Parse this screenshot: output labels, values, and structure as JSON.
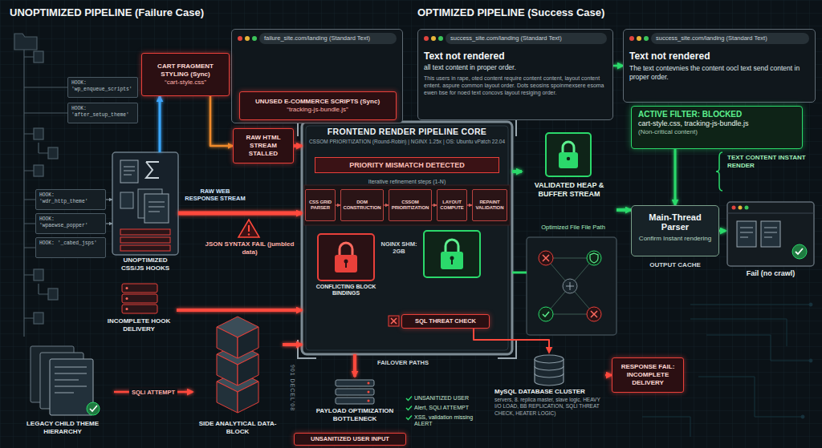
{
  "diagram": {
    "nodes": [
      {
        "text": [
          "failure_site.com/landing (Standard Text)"
        ]
      },
      {
        "text": [
          "CART FRAGMENT STYLING (Sync)",
          "“cart-style.css”"
        ]
      },
      {
        "text": [
          "UNUSED E-COMMERCE SCRIPTS (Sync)",
          "“tracking-js-bundle.js”"
        ],
        "in": 0
      },
      {
        "text": [
          "RAW HTML STREAM STALLED"
        ]
      },
      {
        "text": [
          "FRONTEND RENDER PIPELINE CORE",
          "CSSOM PRIORITIZATION (Round-Robin) | NGINX 1.25x | OS: Ubuntu vPatch 22.04"
        ]
      },
      {
        "text": [
          "PRIORITY MISMATCH DETECTED"
        ],
        "in": 4
      },
      {
        "text": [
          "CSS GRID PARSER"
        ],
        "in": 4
      },
      {
        "text": [
          "DOM CONSTRUCTION"
        ],
        "in": 4
      },
      {
        "text": [
          "CSSOM PRIORITIZATION"
        ],
        "in": 4
      },
      {
        "text": [
          "LAYOUT COMPUTE"
        ],
        "in": 4
      },
      {
        "text": [
          "REPAINT VALIDATION"
        ],
        "in": 4
      },
      {
        "text": [
          "CONFLICTING BLOCK BINDINGS"
        ],
        "in": 4
      },
      {
        "text": [
          "SQL THREAT CHECK"
        ],
        "in": 4
      },
      {
        "text": [
          "success_site.com/landing (Standard Text)",
          "Text not rendered",
          "all text content in proper order.",
          "This users in rape, oted content require content content, layout content entent. aspure common layout order. Dots seosins spoinmexsere esoma ewen bse for noed text concovs layout resiging order."
        ]
      },
      {
        "text": [
          "VALIDATED HEAP & BUFFER STREAM"
        ]
      },
      {
        "text": [
          "success_site.com/landing (Standard Text)",
          "Text not rendered",
          "The text contevnies the content oocl text send content in proper order."
        ]
      },
      {
        "text": [
          "ACTIVE FILTER: BLOCKED",
          "cart-style.css, tracking-js-bundle.js",
          "(Non-critical content)"
        ]
      },
      {
        "text": [
          "Main-Thread Parser",
          "Confirm Instant rendering"
        ]
      },
      {
        "text": [
          "Fail (no crawl)"
        ]
      },
      {
        "text": [
          "HOOK: 'wp_enqueue_scripts'"
        ]
      },
      {
        "text": [
          "HOOK: 'after_setup_theme'"
        ]
      },
      {
        "text": [
          "HOOK: 'wdr_http_theme'"
        ]
      },
      {
        "text": [
          "HOOK: 'wpaewse_popper'"
        ]
      },
      {
        "text": [
          "HOOK: '_cabed_jsps'"
        ]
      },
      {
        "text": [
          "UNOPTIMIZED CSS/JS HOOKS"
        ]
      },
      {
        "text": [
          "INCOMPLETE HOOK DELIVERY"
        ]
      },
      {
        "text": [
          "LEGACY CHILD THEME HIERARCHY"
        ]
      },
      {
        "text": [
          "SIDE ANALYTICAL DATA-BLOCK"
        ]
      },
      {
        "text": [
          "PAYLOAD OPTIMIZATION BOTTLENECK"
        ]
      },
      {
        "text": [
          "UNSANITIZED USER INPUT"
        ]
      },
      {
        "text": [
          "MySQL DATABASE CLUSTER",
          "servers, 8. replica master, slave logic, HEAVY I/O LOAD, BB REPLICATION, SQLI THREAT CHECK, HEATER LOGIC)"
        ]
      },
      {
        "text": [
          "RESPONSE FAIL: INCOMPLETE DELIVERY"
        ]
      }
    ],
    "edges": [
      {
        "from": 24,
        "to": 1,
        "arrow": "to"
      },
      {
        "from": 1,
        "to": 3,
        "arrow": "to"
      },
      {
        "from": 3,
        "to": 4,
        "arrow": "to"
      },
      {
        "from": 21,
        "to": 24,
        "arrow": "to"
      },
      {
        "from": 22,
        "to": 24,
        "arrow": "to"
      },
      {
        "from": 24,
        "to": 4,
        "arrow": "to"
      },
      {
        "from": 25,
        "to": 4,
        "arrow": "to"
      },
      {
        "from": 26,
        "to": 27,
        "label": "SQLi ATTEMPT",
        "arrow": "to"
      },
      {
        "from": 27,
        "to": 4,
        "arrow": "to"
      },
      {
        "from": 4,
        "to": 28,
        "arrow": "to"
      },
      {
        "from": 6,
        "to": 7,
        "arrow": "to"
      },
      {
        "from": 7,
        "to": 8,
        "arrow": "to"
      },
      {
        "from": 8,
        "to": 9,
        "arrow": "to"
      },
      {
        "from": 9,
        "to": 10,
        "arrow": "to"
      },
      {
        "from": 12,
        "to": 30,
        "arrow": "to"
      },
      {
        "from": 30,
        "to": 31,
        "arrow": "to"
      },
      {
        "from": 4,
        "to": 14,
        "arrow": "to"
      },
      {
        "from": 14,
        "to": 17,
        "arrow": "to"
      },
      {
        "from": 16,
        "to": 17,
        "arrow": "to"
      },
      {
        "from": 17,
        "to": 18,
        "arrow": "to"
      },
      {
        "from": 13,
        "to": 15,
        "arrow": "to"
      }
    ],
    "labels": [
      "UNOPTIMIZED PIPELINE (Failure Case)",
      "OPTIMIZED PIPELINE (Success Case)",
      "Iterative refinement steps (1-N)",
      "NGINX SHM: 2GB",
      "RAW WEB RESPONSE STREAM",
      "JSON SYNTAX FAIL (jumbled data)",
      "901 DECEL'08",
      "FAILOVER PATHS",
      "UNSANITIZED USER",
      "Alert, SQLI ATTEMPT",
      "XSS, validation missing ALERT",
      "Optimized File File Path",
      "TEXT CONTENT INSTANT RENDER",
      "OUTPUT CACHE"
    ]
  }
}
